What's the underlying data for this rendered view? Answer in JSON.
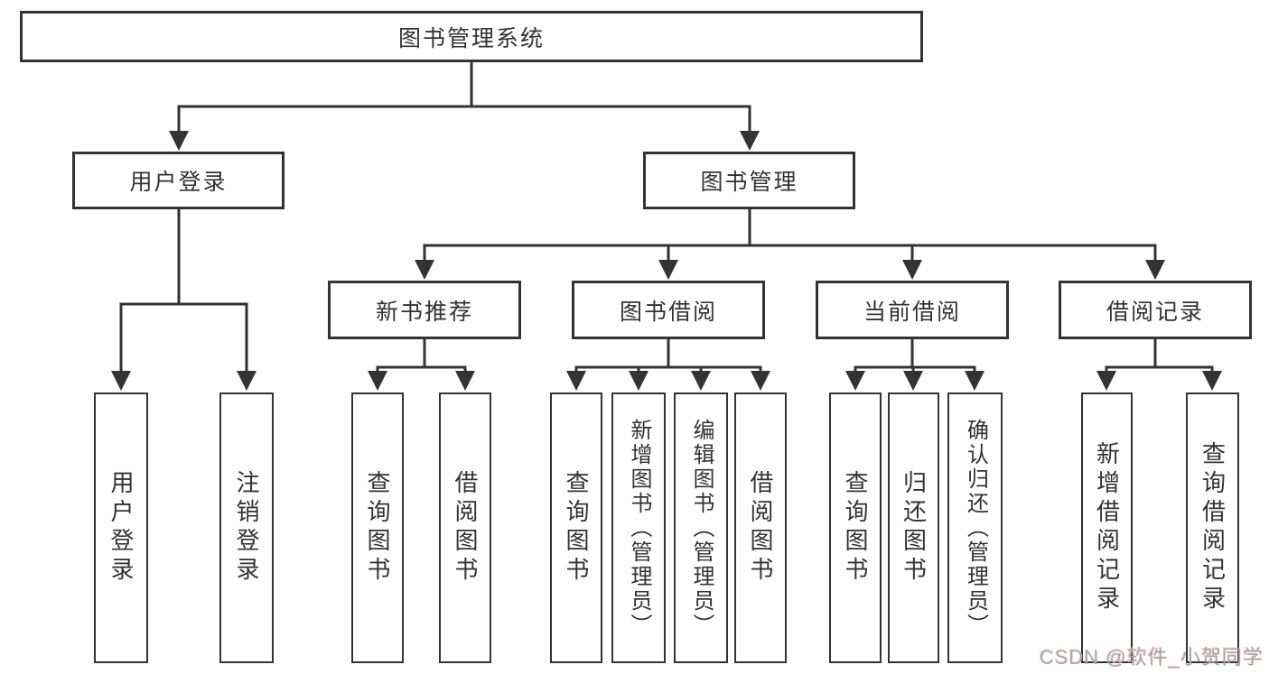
{
  "diagram": {
    "root": "图书管理系统",
    "branches": [
      {
        "label": "用户登录",
        "children": [
          "用户登录",
          "注销登录"
        ]
      },
      {
        "label": "图书管理",
        "sections": [
          {
            "label": "新书推荐",
            "children": [
              "查询图书",
              "借阅图书"
            ]
          },
          {
            "label": "图书借阅",
            "children": [
              "查询图书",
              "新增图书（管理员）",
              "编辑图书（管理员）",
              "借阅图书"
            ]
          },
          {
            "label": "当前借阅",
            "children": [
              "查询图书",
              "归还图书",
              "确认归还（管理员）"
            ]
          },
          {
            "label": "借阅记录",
            "children": [
              "新增借阅记录",
              "查询借阅记录"
            ]
          }
        ]
      }
    ]
  },
  "watermark": {
    "text": "CSDN @软件_小贺同学"
  },
  "colors": {
    "line": "#333333",
    "box_border": "#333333",
    "text": "#333333",
    "background": "#ffffff",
    "watermark": "#a8a8a8"
  }
}
